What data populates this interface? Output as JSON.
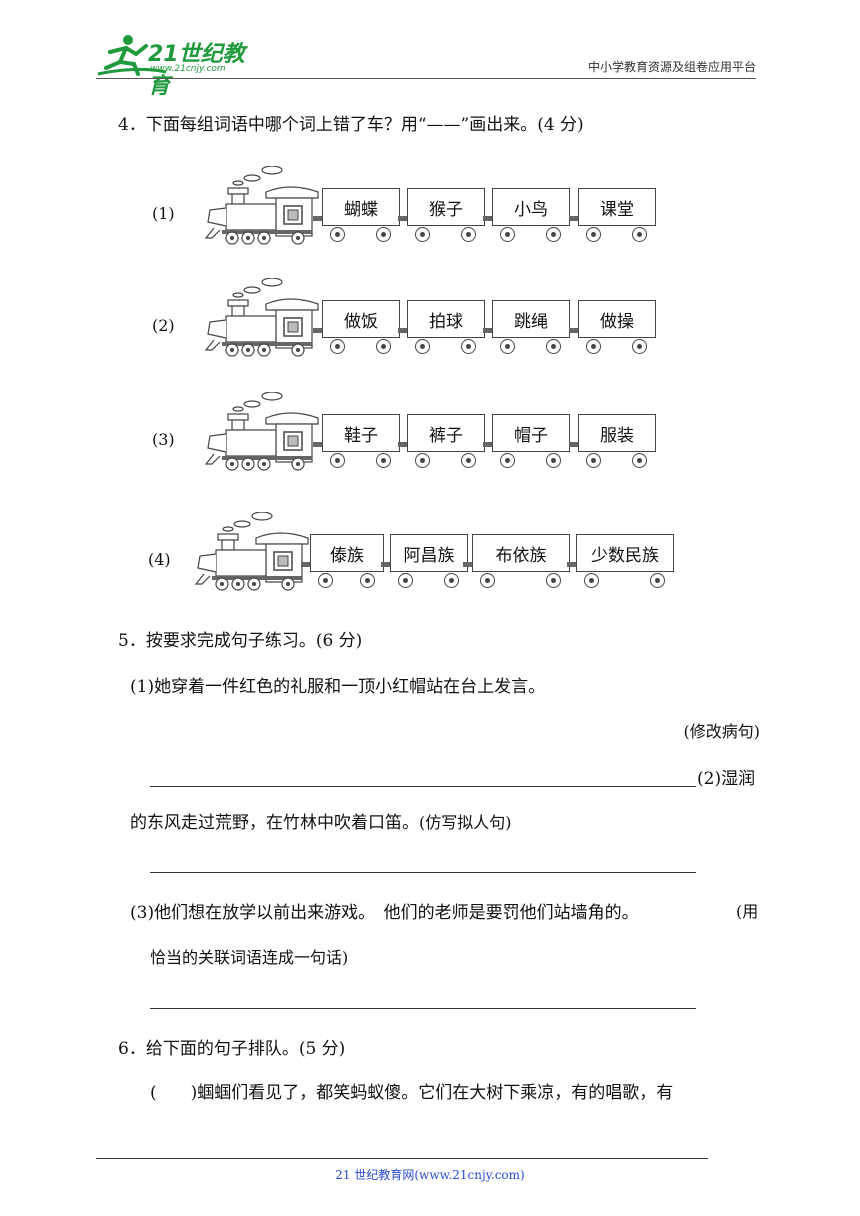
{
  "header": {
    "logo_text": "21世纪教育",
    "logo_url_text": "www.21cnjy.com",
    "site_name": "中小学教育资源及组卷应用平台"
  },
  "q4": {
    "title": "4．下面每组词语中哪个词上错了车？用“——”画出来。(4 分)",
    "trains": [
      {
        "num": "(1)",
        "cars": [
          "蝴蝶",
          "猴子",
          "小鸟",
          "课堂"
        ]
      },
      {
        "num": "(2)",
        "cars": [
          "做饭",
          "拍球",
          "跳绳",
          "做操"
        ]
      },
      {
        "num": "(3)",
        "cars": [
          "鞋子",
          "裤子",
          "帽子",
          "服装"
        ]
      },
      {
        "num": "(4)",
        "cars": [
          "傣族",
          "阿昌族",
          "布依族",
          "少数民族"
        ]
      }
    ]
  },
  "q5": {
    "title": "5．按要求完成句子练习。(6 分)",
    "s1": "(1)她穿着一件红色的礼服和一顶小红帽站在台上发言。",
    "s1_hint": "(修改病句)",
    "s2_start": "(2)湿润",
    "s2_cont": "的东风走过荒野，在竹林中吹着口笛。",
    "s2_hint": "(仿写拟人句)",
    "s3": "(3)他们想在放学以前出来游戏。　他们的老师是要罚他们站墙角的。",
    "s3_hint_a": "(用",
    "s3_hint_b": "恰当的关联词语连成一句话)"
  },
  "q6": {
    "title": "6．给下面的句子排队。(5 分)",
    "bracket": "(　　)",
    "s1": "蝈蝈们看见了，都笑蚂蚁傻。它们在大树下乘凉，有的唱歌，有"
  },
  "footer": {
    "text": "21 世纪教育网(www.21cnjy.com)"
  },
  "colors": {
    "logo_green": "#1f9a3c",
    "footer_blue": "#2a4bd1"
  }
}
